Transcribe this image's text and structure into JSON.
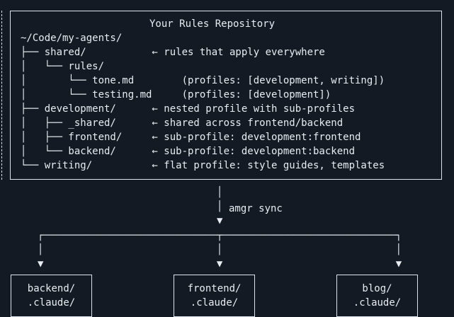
{
  "colors": {
    "background": "#131a24",
    "foreground": "#e9edf2",
    "border": "#dde3ea"
  },
  "repo_box": {
    "title": "Your Rules Repository",
    "tree": [
      "~/Code/my-agents/",
      "├── shared/           ← rules that apply everywhere",
      "│   └── rules/",
      "│       └── tone.md        (profiles: [development, writing])",
      "│       └── testing.md     (profiles: [development])",
      "├── development/      ← nested profile with sub-profiles",
      "│   ├── _shared/      ← shared across frontend/backend",
      "│   ├── frontend/     ← sub-profile: development:frontend",
      "│   └── backend/      ← sub-profile: development:backend",
      "└── writing/          ← flat profile: style guides, templates"
    ]
  },
  "sync": {
    "label": "amgr sync",
    "connector": [
      "│",
      "│",
      "▼"
    ]
  },
  "branch": {
    "lines": [
      "┌─────────────────────────────┬─────────────────────────────┐",
      "│                             │                             │",
      "▼                             ▼                             ▼"
    ]
  },
  "projects": [
    {
      "name": "backend/",
      "subdir": ".claude/"
    },
    {
      "name": "frontend/",
      "subdir": ".claude/"
    },
    {
      "name": "blog/",
      "subdir": ".claude/"
    }
  ]
}
